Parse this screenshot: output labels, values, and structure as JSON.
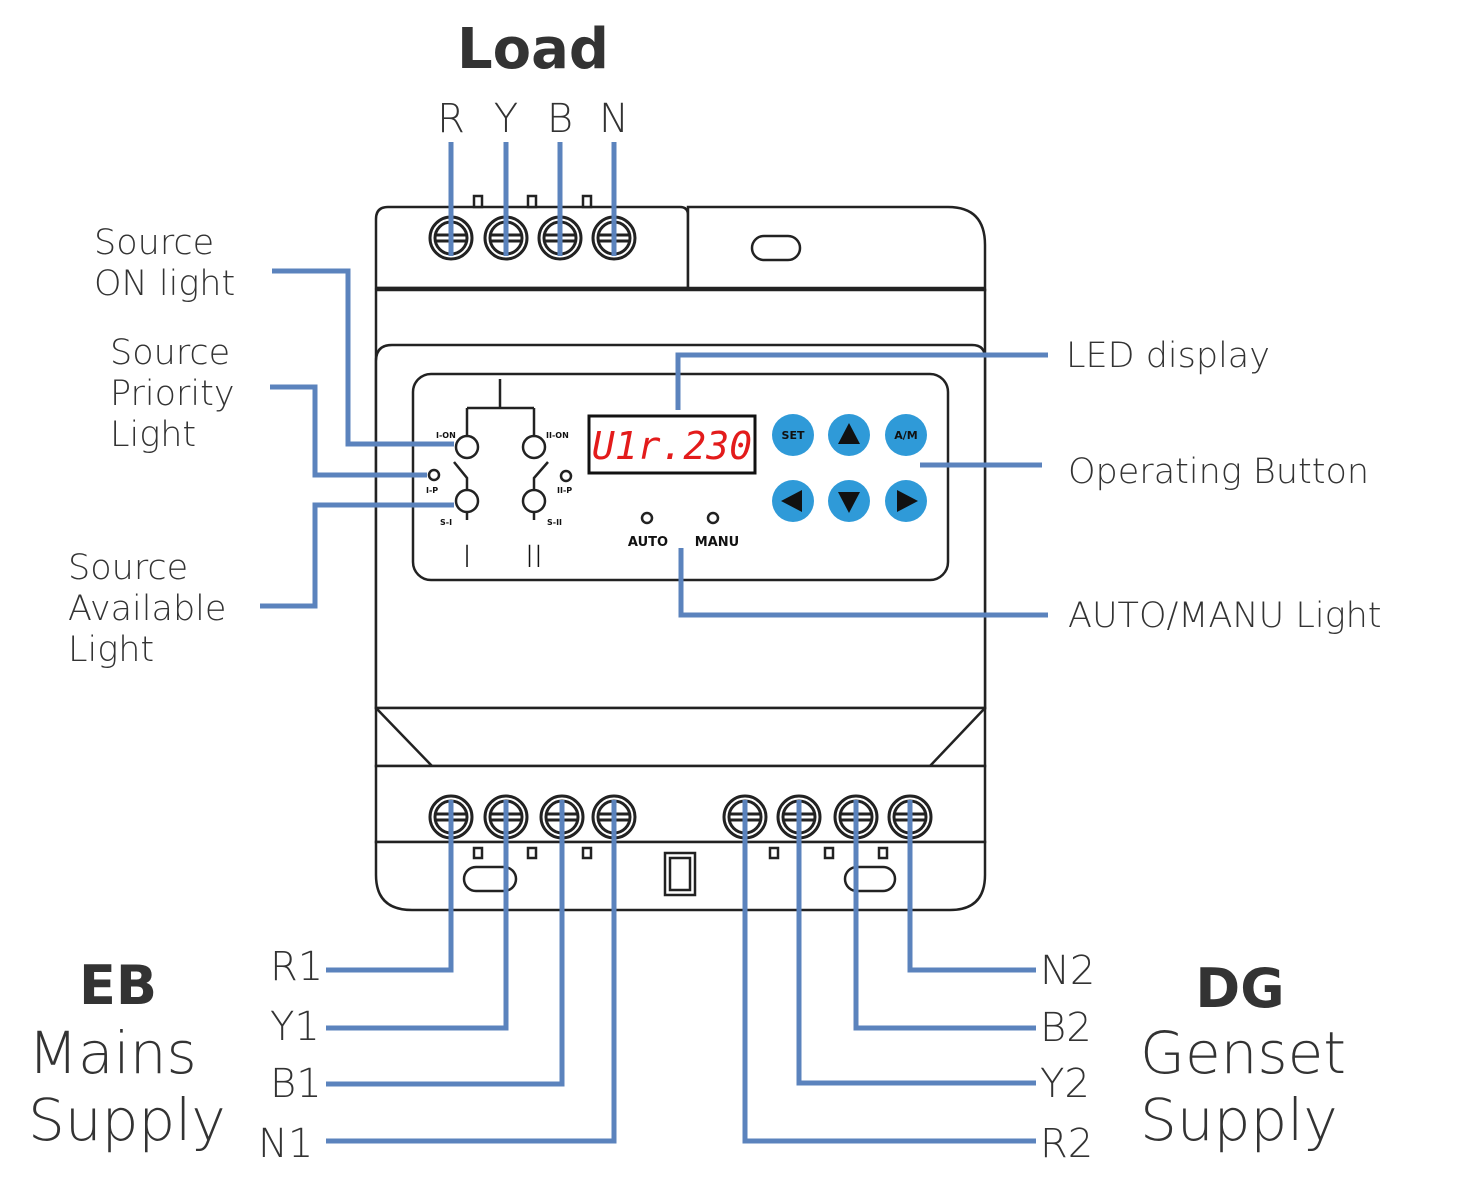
{
  "load": {
    "title": "Load",
    "phases": [
      "R",
      "Y",
      "B",
      "N"
    ]
  },
  "mains": {
    "title": "EB",
    "subtitle_line1": "Mains",
    "subtitle_line2": "Supply",
    "terminals": [
      "R1",
      "Y1",
      "B1",
      "N1"
    ]
  },
  "genset": {
    "title": "DG",
    "subtitle_line1": "Genset",
    "subtitle_line2": "Supply",
    "terminals": [
      "N2",
      "B2",
      "Y2",
      "R2"
    ]
  },
  "callouts": {
    "source_on_light": [
      "Source",
      "ON light"
    ],
    "source_priority_light": [
      "Source",
      "Priority",
      "Light"
    ],
    "source_available_light": [
      "Source",
      "Available",
      "Light"
    ],
    "led_display": "LED display",
    "operating_button": "Operating Button",
    "auto_manu_light": "AUTO/MANU Light"
  },
  "panel": {
    "display_value": "U1r.230",
    "buttons": {
      "set": "SET",
      "am": "A/M",
      "up_icon": "up-arrow-icon",
      "left_icon": "left-arrow-icon",
      "down_icon": "down-arrow-icon",
      "right_icon": "right-arrow-icon"
    },
    "mode_labels": {
      "auto": "AUTO",
      "manu": "MANU"
    },
    "source1": {
      "on": "I-ON",
      "priority": "I-P",
      "available": "S-I",
      "roman": "I"
    },
    "source2": {
      "on": "II-ON",
      "priority": "II-P",
      "available": "S-II",
      "roman": "II"
    }
  },
  "colors": {
    "wire": "#5b83bd",
    "button": "#2f9ad8",
    "display_digits": "#e31b1b"
  }
}
